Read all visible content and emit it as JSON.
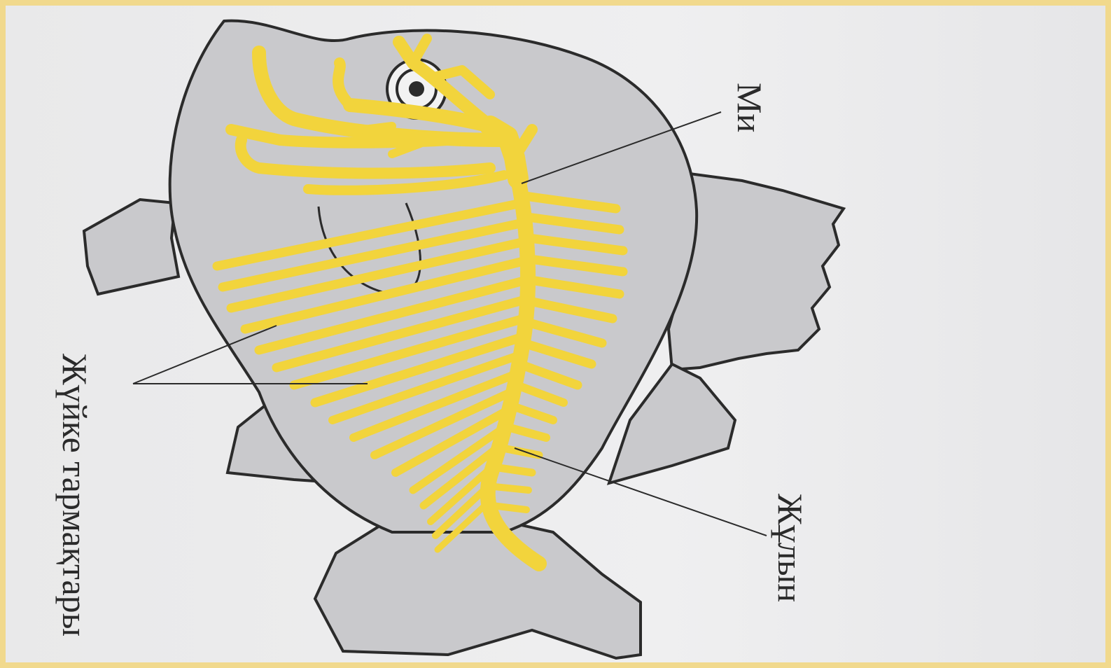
{
  "labels": {
    "brain": "Ми",
    "nerve_branches": "Жүйке тармақтары",
    "spinal_cord": "Жұлын"
  },
  "colors": {
    "frame": "#f1d98d",
    "body": "#c9c9cc",
    "outline": "#2b2b2b",
    "nerves": "#f2d43c",
    "nerve_edge": "#c9ac1e"
  }
}
